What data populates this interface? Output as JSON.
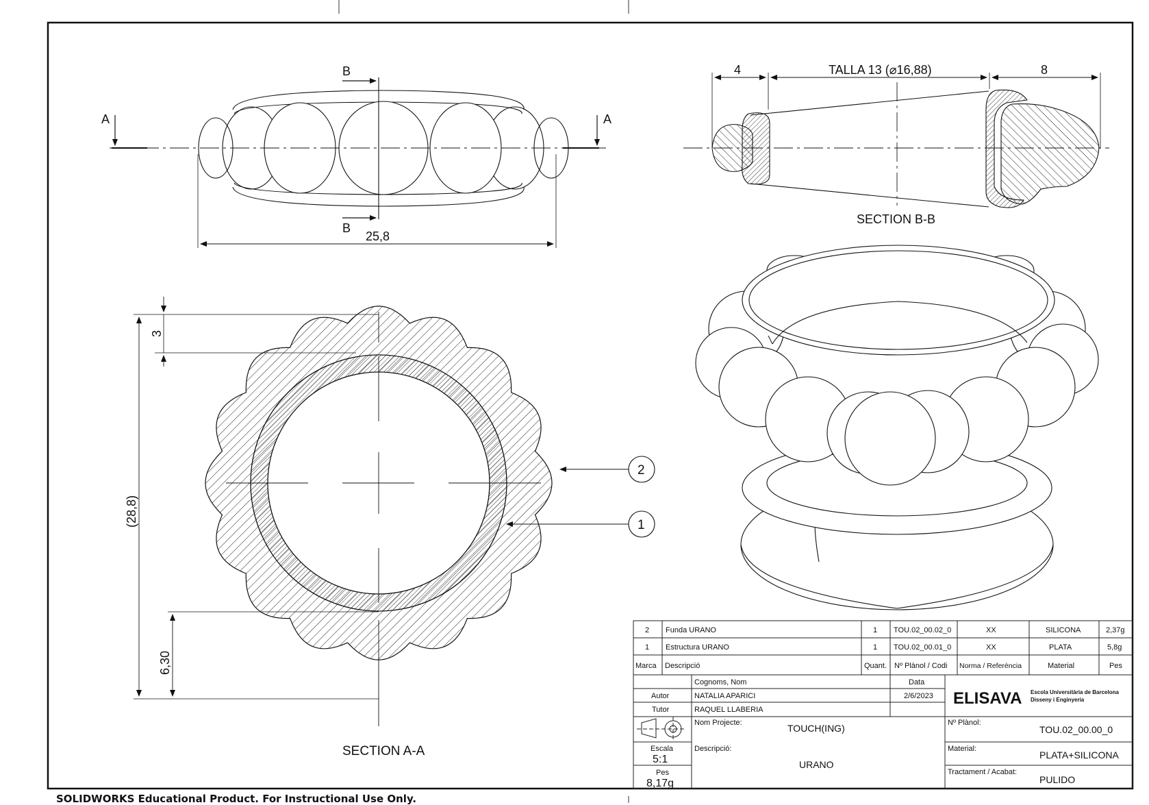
{
  "views": {
    "top": {
      "cut_a": "A",
      "cut_b": "B",
      "overall_width": "25,8"
    },
    "section_bb": {
      "title": "SECTION B-B",
      "dim_left": "4",
      "dim_size": "TALLA 13 (⌀16,88)",
      "dim_right": "8"
    },
    "section_aa": {
      "title": "SECTION A-A",
      "dim_top": "3",
      "dim_height": "(28,8)",
      "dim_bottom": "6,30"
    },
    "balloons": [
      "2",
      "1"
    ]
  },
  "bom": {
    "rows": [
      {
        "marca": "2",
        "descripcio": "Funda URANO",
        "quant": "1",
        "codi": "TOU.02_00.02_0",
        "norma": "XX",
        "material": "SILICONA",
        "pes": "2,37g"
      },
      {
        "marca": "1",
        "descripcio": "Estructura URANO",
        "quant": "1",
        "codi": "TOU.02_00.01_0",
        "norma": "XX",
        "material": "PLATA",
        "pes": "5,8g"
      }
    ],
    "header": {
      "marca": "Marca",
      "descripcio": "Descripció",
      "quant": "Quant.",
      "codi": "Nº Plànol / Codi",
      "norma": "Norma / Referència",
      "material": "Material",
      "pes": "Pes"
    }
  },
  "title_block": {
    "col_name": "Cognoms, Nom",
    "col_date": "Data",
    "autor_label": "Autor",
    "autor_name": "NATALIA APARICI",
    "autor_date": "2/6/2023",
    "tutor_label": "Tutor",
    "tutor_name": "RAQUEL LLABERIA",
    "logo": "ELISAVA",
    "school_line1": "Escola Universitària de Barcelona",
    "school_line2": "Disseny i Enginyeria",
    "project_label": "Nom Projecte:",
    "project_value": "TOUCH(ING)",
    "plan_label": "Nº Plànol:",
    "plan_value": "TOU.02_00.00_0",
    "scale_label": "Escala",
    "scale_value": "5:1",
    "desc_label": "Descripció:",
    "desc_value": "URANO",
    "material_label": "Material:",
    "material_value": "PLATA+SILICONA",
    "weight_label": "Pes",
    "weight_value": "8,17g",
    "finish_label": "Tractament / Acabat:",
    "finish_value": "PULIDO"
  },
  "footer": "SOLIDWORKS Educational Product. For Instructional Use Only."
}
